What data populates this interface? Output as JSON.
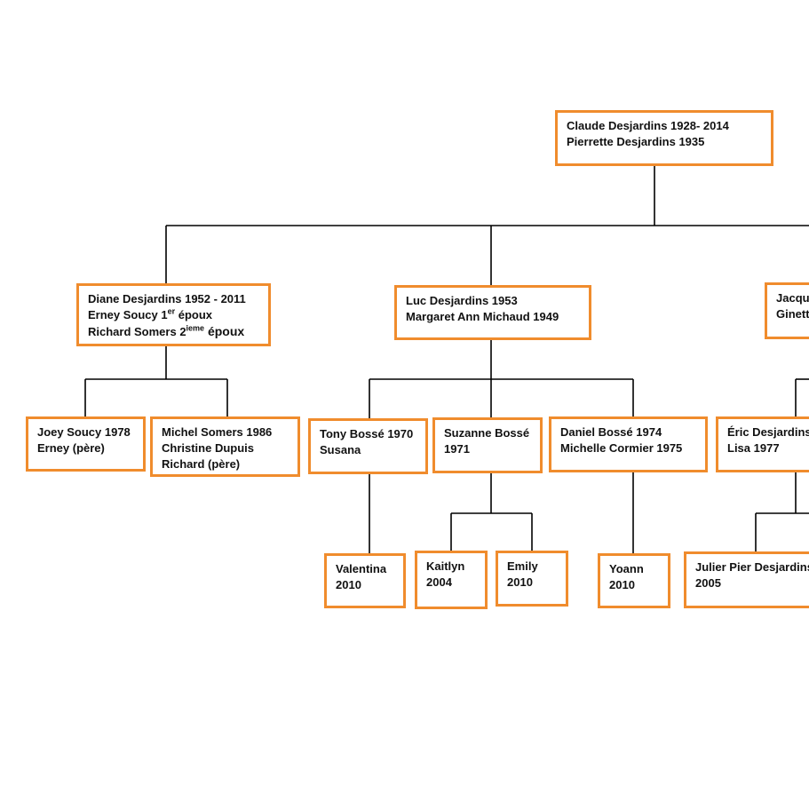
{
  "accent_color": "#f08c2d",
  "nodes": {
    "root": {
      "l1": "Claude Desjardins 1928-  2014",
      "l2": "Pierrette Desjardins 1935"
    },
    "diane": {
      "l1": "Diane Desjardins 1952 - 2011",
      "l2a": "Erney Soucy 1",
      "l2sup": "er",
      "l2b": " époux",
      "l3a": "Richard Somers 2",
      "l3sup": "ieme",
      "l3b": " époux"
    },
    "luc": {
      "l1": "Luc Desjardins 1953",
      "l2": "Margaret Ann Michaud 1949"
    },
    "jacques": {
      "l1": "Jacque",
      "l2": "Ginett"
    },
    "joey": {
      "l1": "Joey Soucy 1978",
      "l2": "Erney (père)"
    },
    "michel": {
      "l1": "Michel Somers  1986",
      "l2": "Christine Dupuis",
      "l3": "Richard (père)"
    },
    "tony": {
      "l1": "Tony Bossé 1970",
      "l2": "Susana"
    },
    "suzanne": {
      "l1": "Suzanne Bossé",
      "l2": "1971"
    },
    "daniel": {
      "l1": "Daniel Bossé 1974",
      "l2": "Michelle Cormier  1975"
    },
    "eric": {
      "l1": "Éric Desjardins",
      "l2": "Lisa   1977"
    },
    "valentina": {
      "l1": "Valentina",
      "l2": "2010"
    },
    "kaitlyn": {
      "l1": "Kaitlyn",
      "l2": "2004"
    },
    "emily": {
      "l1": "Emily",
      "l2": "2010"
    },
    "yoann": {
      "l1": "Yoann",
      "l2": "2010"
    },
    "julier": {
      "l1": "Julier Pier Desjardins",
      "l2": "2005"
    }
  }
}
